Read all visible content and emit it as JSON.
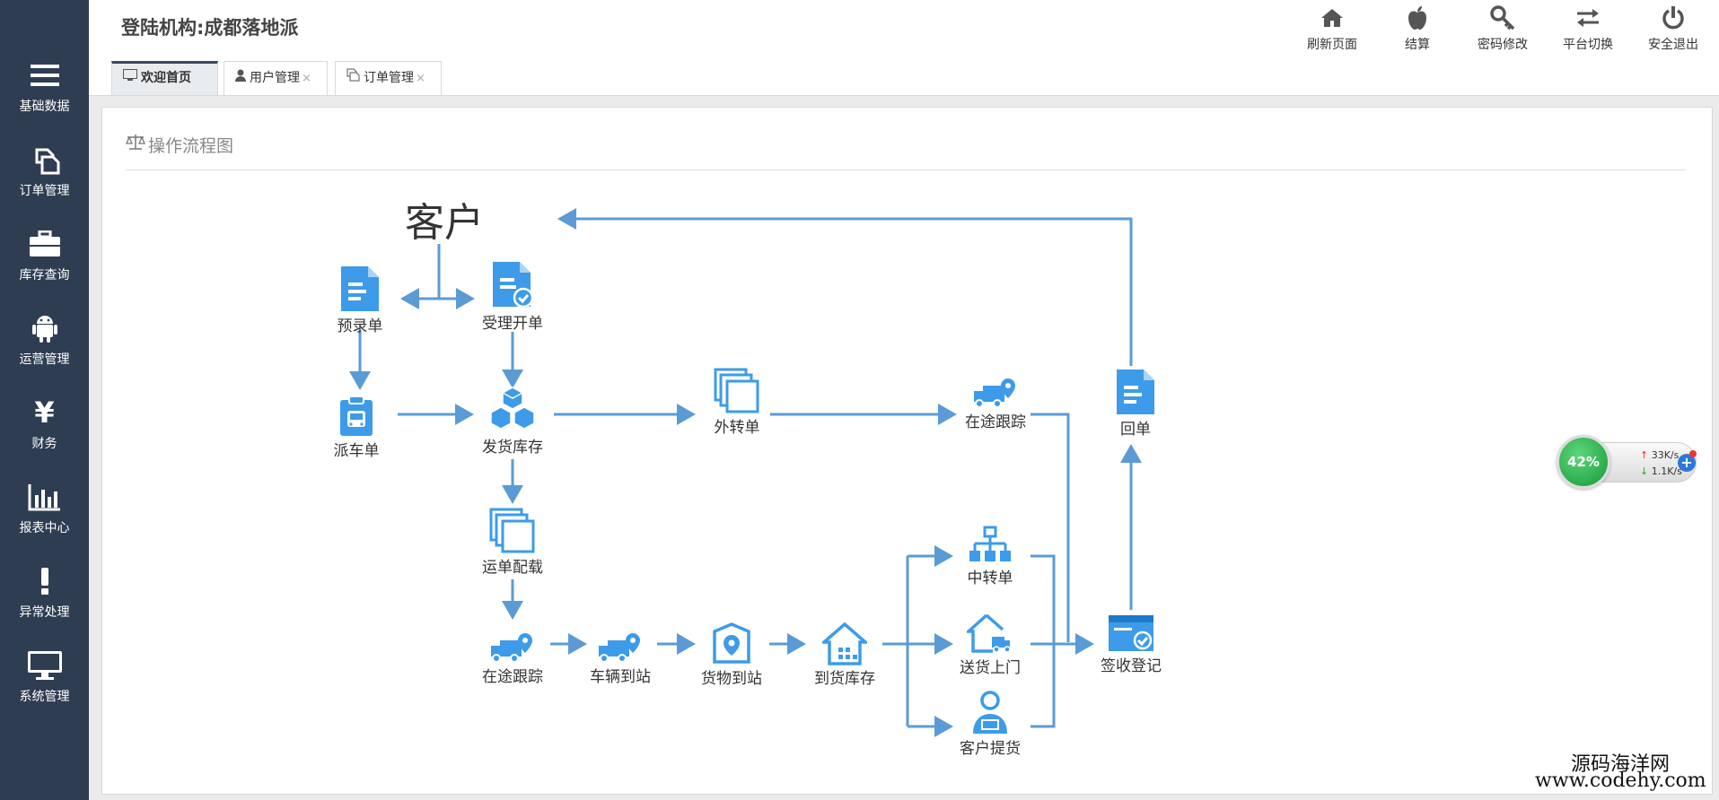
{
  "header": {
    "org_title": "登陆机构:成都落地派",
    "toolbar": [
      {
        "label": "刷新页面",
        "icon": "home-icon"
      },
      {
        "label": "结算",
        "icon": "apple-icon"
      },
      {
        "label": "密码修改",
        "icon": "key-icon"
      },
      {
        "label": "平台切换",
        "icon": "exchange-icon"
      },
      {
        "label": "安全退出",
        "icon": "power-icon"
      }
    ]
  },
  "sidebar": {
    "items": [
      {
        "label": "基础数据",
        "icon": "menu-icon"
      },
      {
        "label": "订单管理",
        "icon": "copy-icon"
      },
      {
        "label": "库存查询",
        "icon": "briefcase-icon"
      },
      {
        "label": "运营管理",
        "icon": "android-icon"
      },
      {
        "label": "财务",
        "icon": "yen-icon"
      },
      {
        "label": "报表中心",
        "icon": "bar-chart-icon"
      },
      {
        "label": "异常处理",
        "icon": "exclamation-icon"
      },
      {
        "label": "系统管理",
        "icon": "monitor-icon"
      }
    ]
  },
  "tabs": [
    {
      "label": "欢迎首页",
      "icon": "monitor-icon",
      "active": true,
      "closable": false
    },
    {
      "label": "用户管理",
      "icon": "user-icon",
      "active": false,
      "closable": true
    },
    {
      "label": "订单管理",
      "icon": "copy-icon",
      "active": false,
      "closable": true
    }
  ],
  "tab_close_glyph": "×",
  "panel": {
    "title": "操作流程图",
    "icon": "balance-scale-icon"
  },
  "flow": {
    "customer": "客户",
    "nodes": {
      "pre_order": "预录单",
      "accept_order": "受理开单",
      "dispatch_vehicle": "派车单",
      "shipping_stock": "发货库存",
      "outsource_order": "外转单",
      "in_transit_top": "在途跟踪",
      "receipt": "回单",
      "waybill_loading": "运单配载",
      "in_transit": "在途跟踪",
      "vehicle_arrival": "车辆到站",
      "goods_arrival": "货物到站",
      "arrival_stock": "到货库存",
      "transfer_order": "中转单",
      "home_delivery": "送货上门",
      "customer_pickup": "客户提货",
      "sign_register": "签收登记"
    }
  },
  "speed_widget": {
    "percent": "42%",
    "upload": "33K/s",
    "download": "1.1K/s"
  },
  "watermark": {
    "line1": "源码海洋网",
    "line2": "www.codehy.com"
  },
  "colors": {
    "sidebar_bg": "#2f3d52",
    "flow_blue": "#3d9be9",
    "arrow_blue": "#5b9bd5"
  }
}
